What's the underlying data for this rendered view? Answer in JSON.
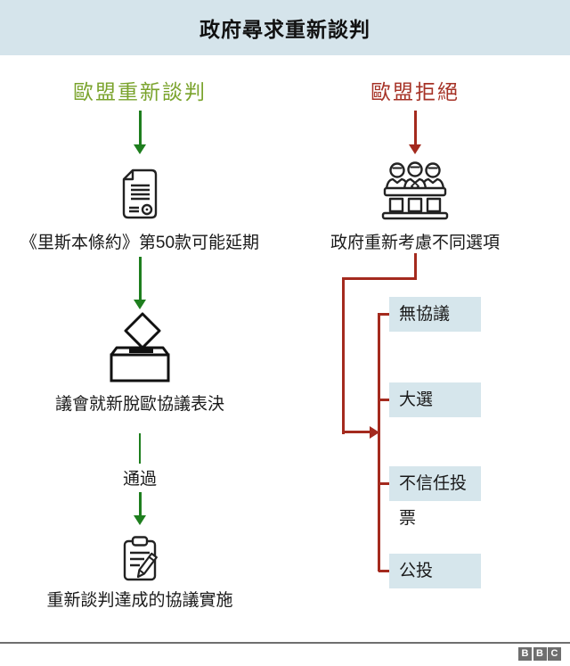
{
  "header": {
    "title": "政府尋求重新談判"
  },
  "left": {
    "label": "歐盟重新談判",
    "caption1": "《里斯本條約》第50款可能延期",
    "caption2": "議會就新脫歐協議表決",
    "pass_label": "通過",
    "caption3": "重新談判達成的協議實施"
  },
  "right": {
    "label": "歐盟拒絕",
    "caption": "政府重新考慮不同選項",
    "options": [
      "無協議",
      "大選",
      "不信任投票",
      "公投"
    ]
  },
  "icons": {
    "left_step1": "document-icon",
    "left_step2": "ballot-box-icon",
    "left_step3": "clipboard-pencil-icon",
    "right_step1": "committee-panel-icon",
    "footer": "bbc-logo"
  },
  "colors": {
    "header_bg": "#d5e4eb",
    "option_box_bg": "#d6e6ec",
    "green_label": "#7aa32c",
    "green_arrow": "#1e7e1e",
    "red_label": "#a63226",
    "red_line": "#a42a1e",
    "icon_stroke": "#222222",
    "footer_line": "#6f6f6f",
    "bbc_grey": "#6e6e6e"
  },
  "footer": {
    "letters": [
      "B",
      "B",
      "C"
    ]
  }
}
